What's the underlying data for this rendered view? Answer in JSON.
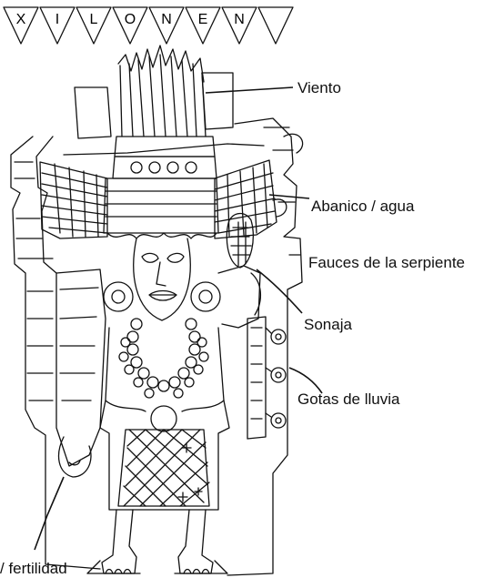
{
  "title_letters": [
    "X",
    "I",
    "L",
    "O",
    "N",
    "E",
    "N"
  ],
  "labels": {
    "viento": "Viento",
    "abanico": "Abanico / agua",
    "fauces": "Fauces de la serpiente",
    "sonaja": "Sonaja",
    "gotas": "Gotas de lluvia",
    "fertilidad": "/ fertilidad"
  },
  "colors": {
    "ink": "#111111",
    "paper": "#ffffff"
  }
}
